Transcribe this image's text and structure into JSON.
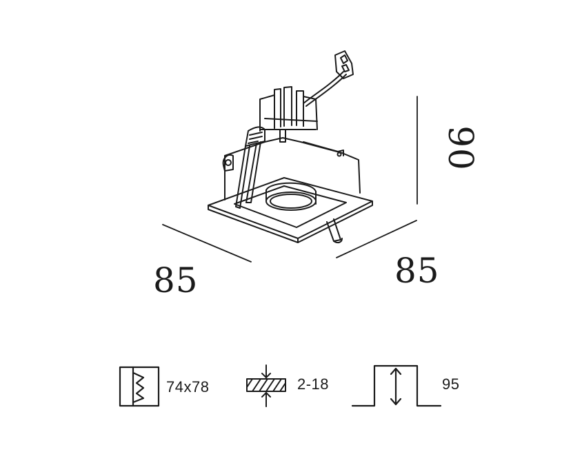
{
  "colors": {
    "line": "#1a1a1a",
    "background": "#ffffff"
  },
  "dimensions": {
    "width": "85",
    "depth": "85",
    "height": "90"
  },
  "specs": {
    "cutout": "74x78",
    "ceiling_thickness": "2-18",
    "recess_depth": "95"
  },
  "icons": {
    "product": "recessed-spotlight-drawing",
    "cutout": "ceiling-cutout-icon",
    "ceiling_thickness": "ceiling-thickness-icon",
    "recess_depth": "recess-depth-icon"
  }
}
